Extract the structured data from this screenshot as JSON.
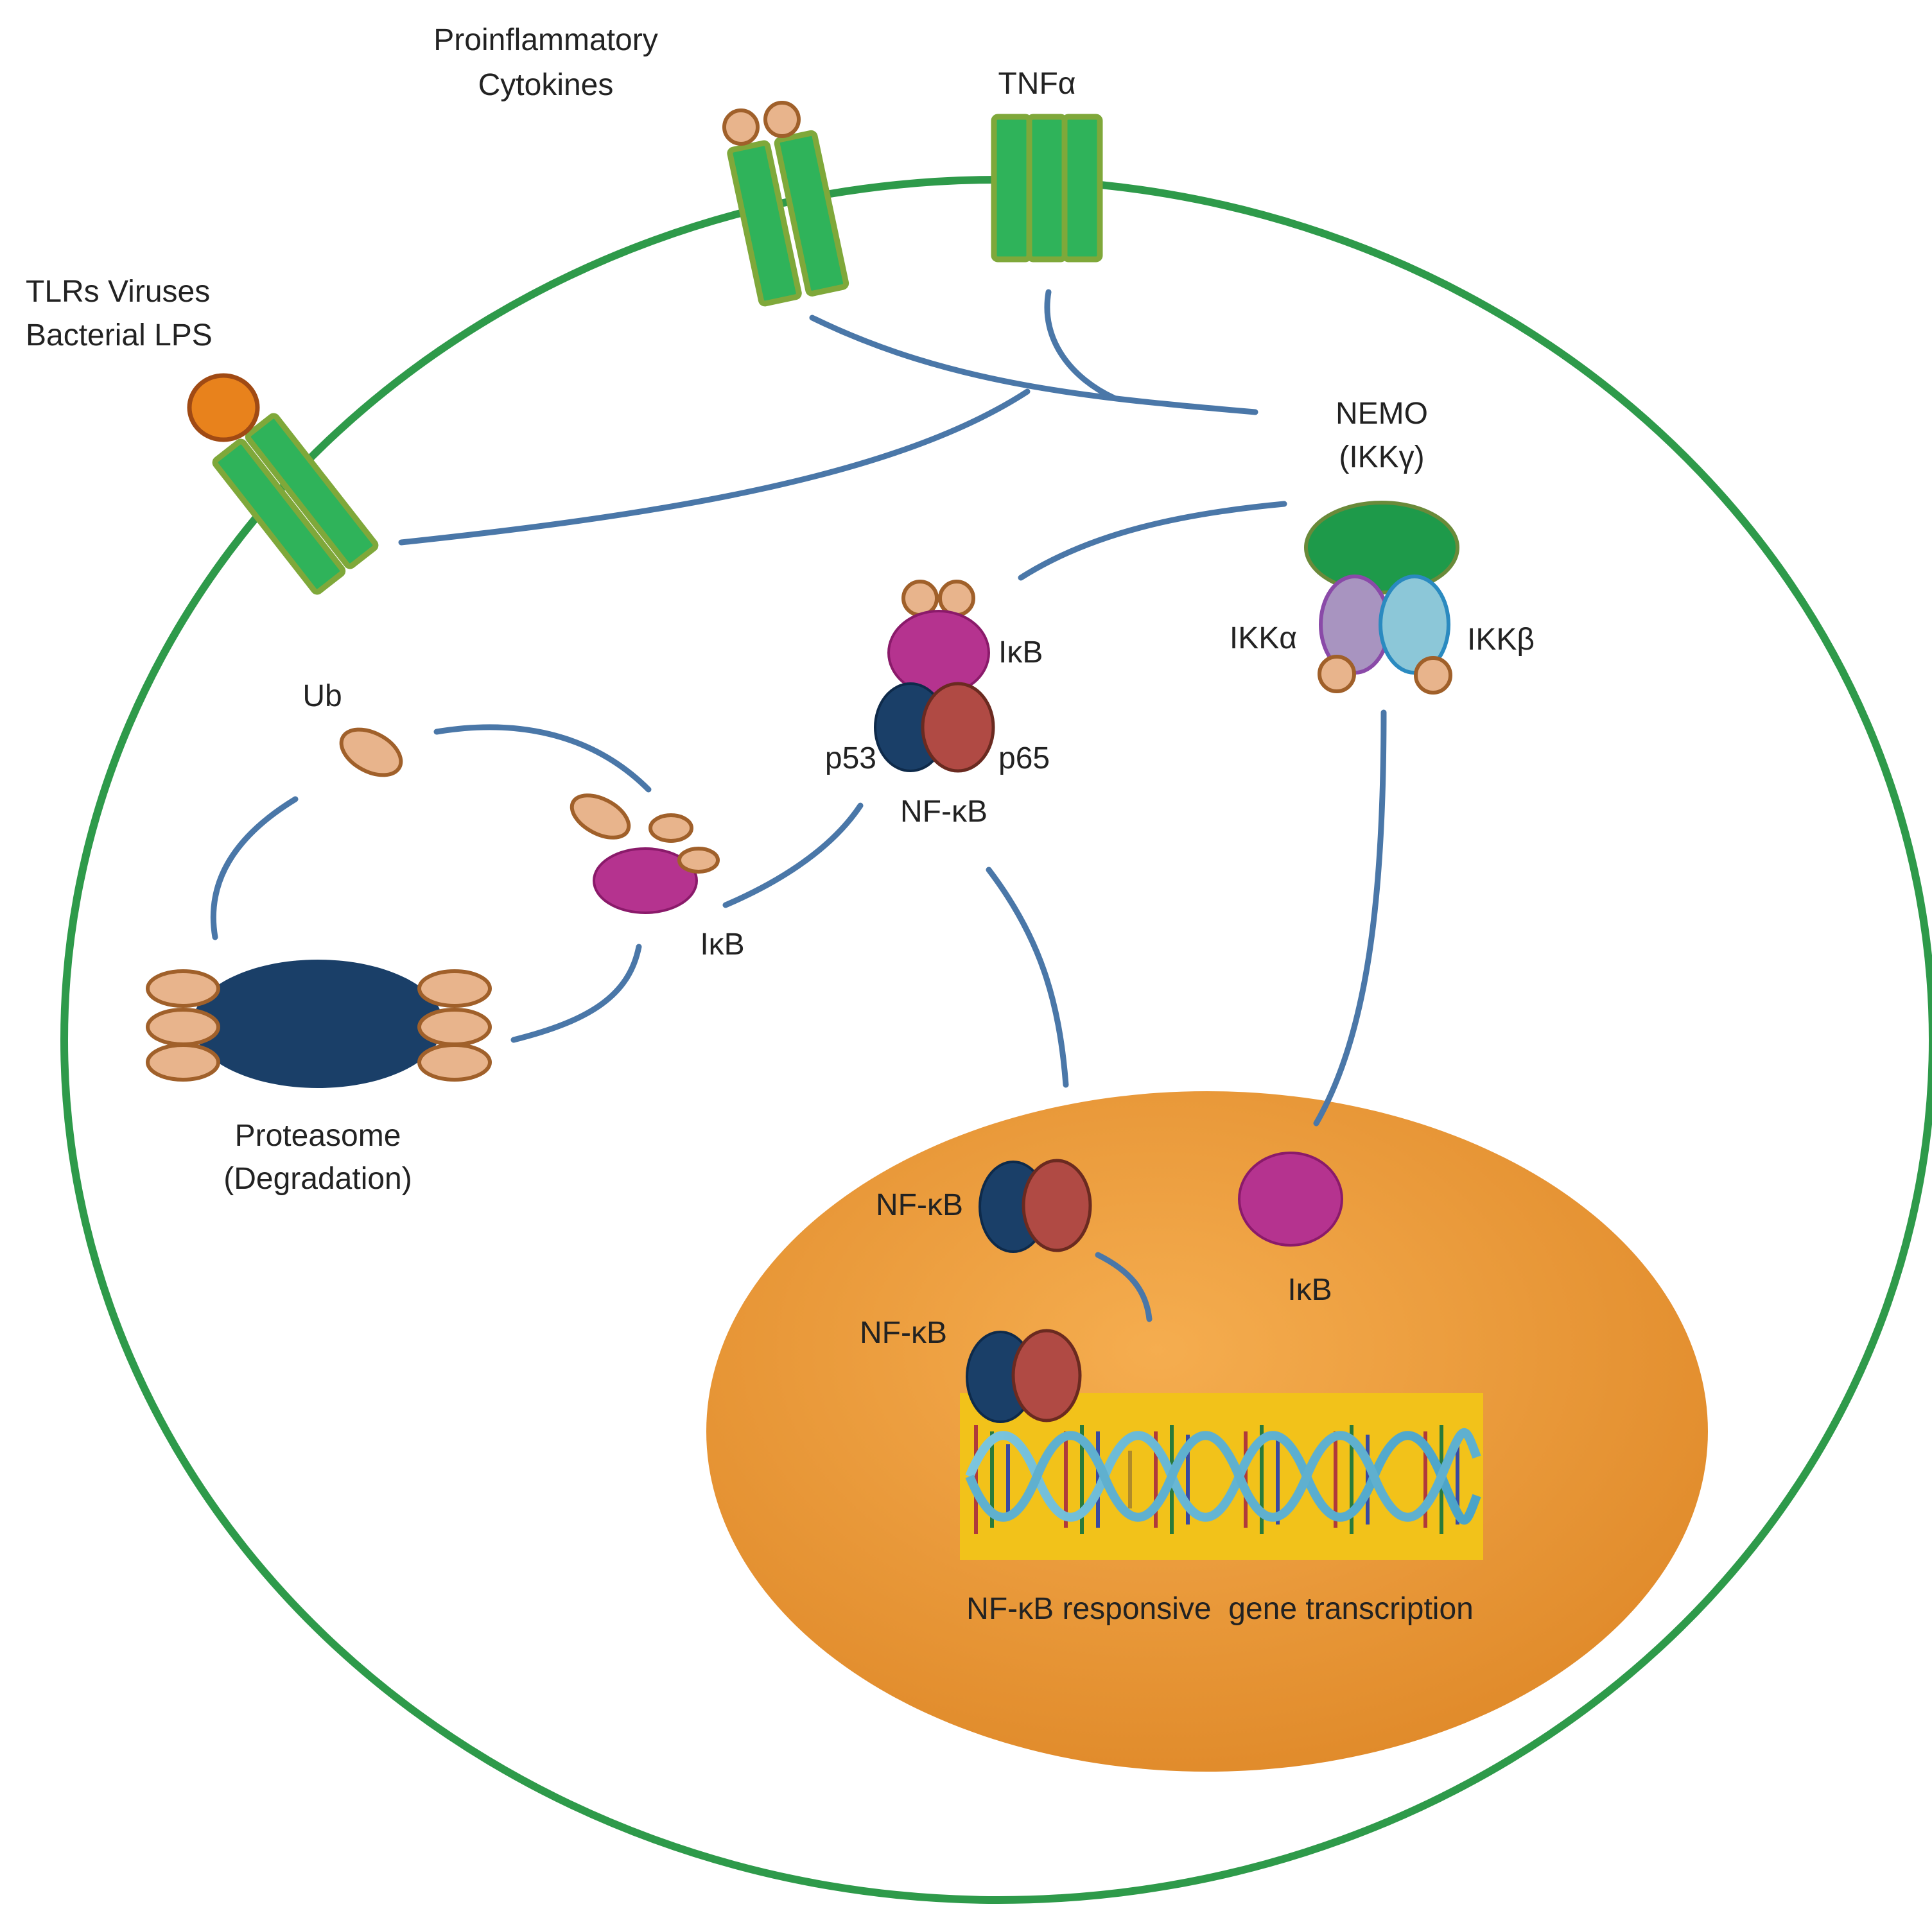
{
  "labels": {
    "proinflammatory_line1": "Proinflammatory",
    "proinflammatory_line2": "Cytokines",
    "tnf": "TNFα",
    "tlrs_line1": "TLRs Viruses",
    "tlrs_line2": "Bacterial LPS",
    "nemo_line1": "NEMO",
    "nemo_line2": "(IKKγ)",
    "ikk_alpha": "IKKα",
    "ikk_beta": "IKKβ",
    "ikb_complex": "IκB",
    "p53": "p53",
    "p65": "p65",
    "nfkb_complex": "NF-κB",
    "ub": "Ub",
    "ikb_free": "IκB",
    "proteasome_line1": "Proteasome",
    "proteasome_line2": "(Degradation)",
    "nfkb_nucleus_1": "NF-κB",
    "nfkb_nucleus_2": "NF-κB",
    "ikb_nucleus": "IκB",
    "gene_transcription": "NF-κB responsive  gene transcription"
  },
  "colors": {
    "cell_membrane": "#2e9a4a",
    "receptor_fill": "#2fb35a",
    "receptor_border": "#7fa83a",
    "arrow": "#4a77a8",
    "ligand_tan": "#e8b48c",
    "ligand_orange": "#e8821c",
    "ikb_magenta": "#b5338f",
    "p53_navy": "#1a3f68",
    "p65_red": "#b04a44",
    "nemo_green": "#1e9a4a",
    "ikk_alpha_lilac": "#a894c0",
    "ikk_beta_cyan": "#8cc7d8",
    "nucleus_orange": "#f0a040",
    "dna_box_yellow": "#f2c21a"
  }
}
